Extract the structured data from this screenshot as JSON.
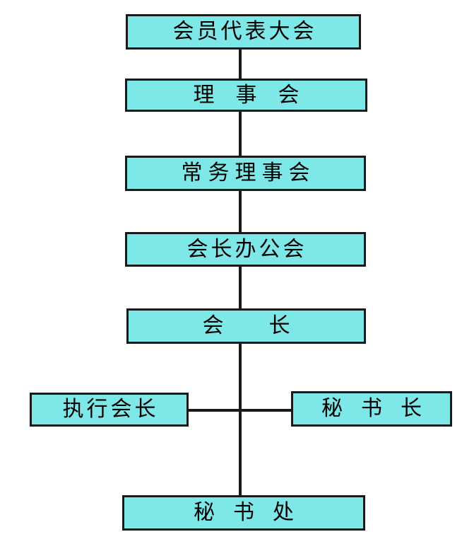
{
  "colors": {
    "box_fill": "#7ee7e7",
    "box_border": "#1a1a1a",
    "line": "#1a1a1a",
    "text": "#000000",
    "background": "#ffffff"
  },
  "nodes": [
    {
      "id": "member-congress",
      "label": "会员代表大会"
    },
    {
      "id": "council",
      "label": "理事会"
    },
    {
      "id": "standing-council",
      "label": "常务理事会"
    },
    {
      "id": "president-office-meeting",
      "label": "会长办公会"
    },
    {
      "id": "president",
      "label": "会长"
    },
    {
      "id": "executive-president",
      "label": "执行会长"
    },
    {
      "id": "secretary-general",
      "label": "秘书长"
    },
    {
      "id": "secretariat",
      "label": "秘书处"
    }
  ],
  "edges": [
    {
      "from": "member-congress",
      "to": "council"
    },
    {
      "from": "council",
      "to": "standing-council"
    },
    {
      "from": "standing-council",
      "to": "president-office-meeting"
    },
    {
      "from": "president-office-meeting",
      "to": "president"
    },
    {
      "from": "president",
      "to": "executive-president"
    },
    {
      "from": "president",
      "to": "secretary-general"
    },
    {
      "from": "president",
      "to": "secretariat"
    }
  ]
}
